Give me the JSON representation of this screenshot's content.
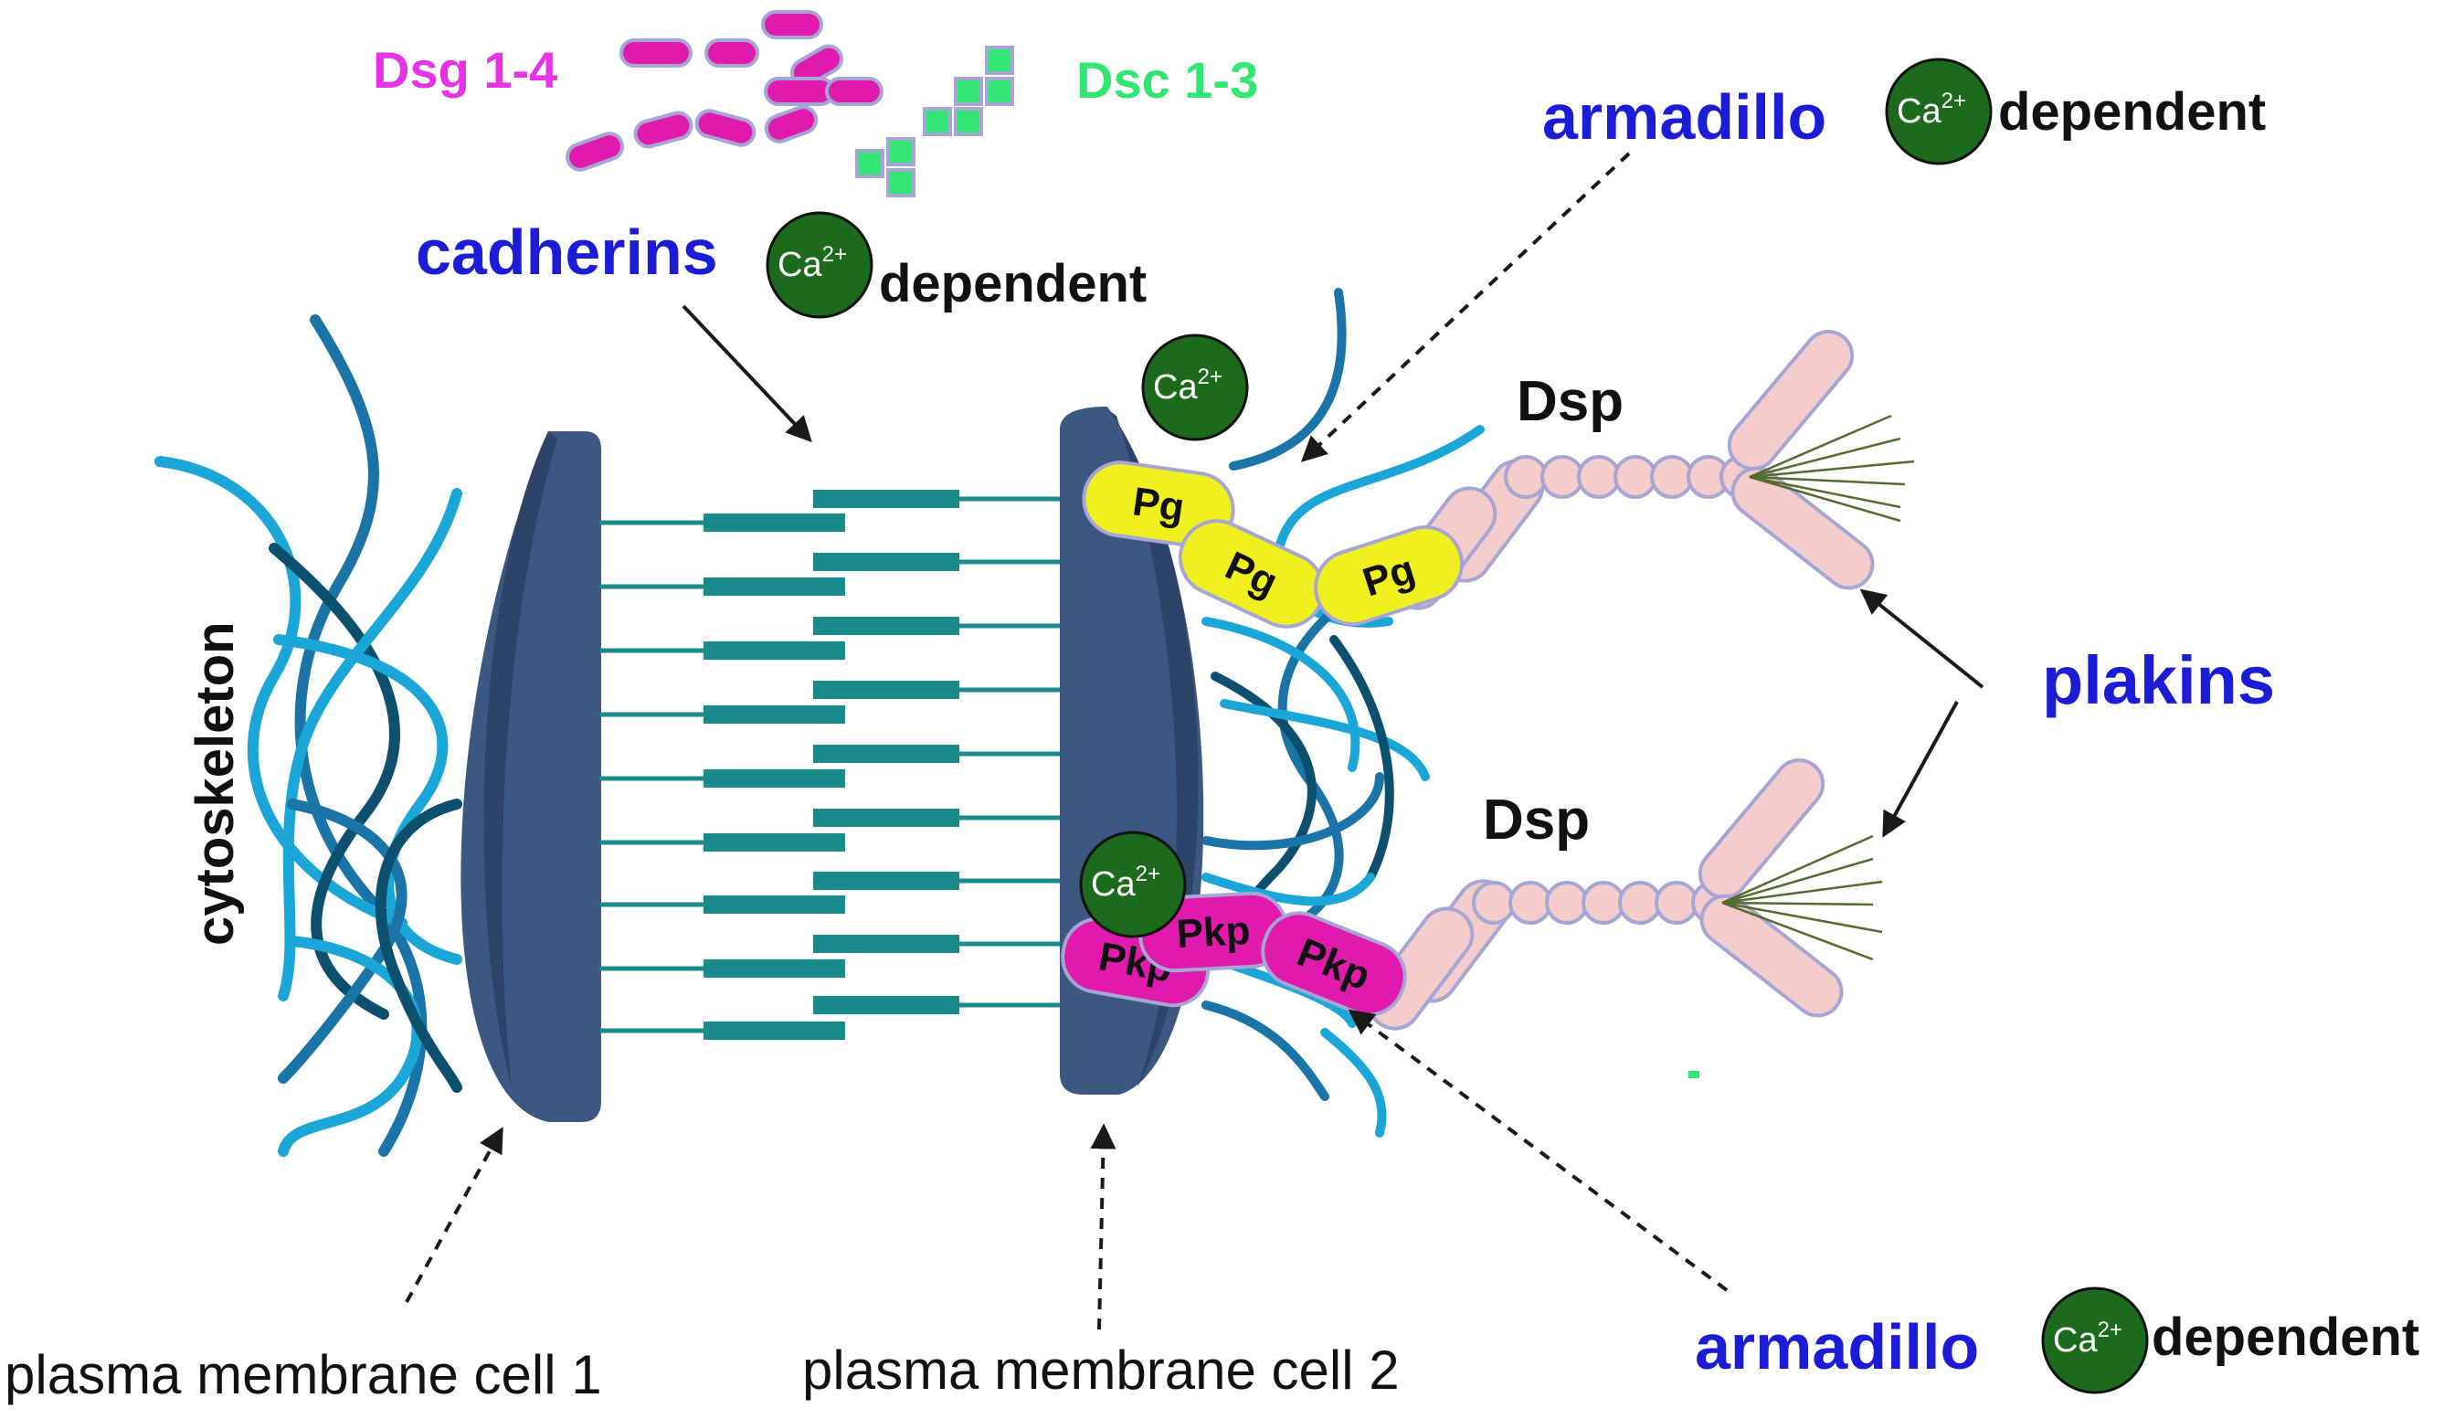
{
  "labels": {
    "dsg": "Dsg 1-4",
    "dsc": "Dsc 1-3",
    "cadherins": "cadherins",
    "armadillo_top": "armadillo",
    "armadillo_bottom": "armadillo",
    "dependent": "dependent",
    "plakins": "plakins",
    "dsp": "Dsp",
    "pg": "Pg",
    "pkp": "Pkp",
    "cytoskeleton": "cytoskeleton",
    "membrane_cell_1": "plasma membrane cell 1",
    "membrane_cell_2": "plasma membrane cell 2",
    "ca_base": "Ca",
    "ca_sup": "2+"
  },
  "colors": {
    "magenta_label": "#e633e6",
    "green_label": "#33e673",
    "blue_label": "#1c1cd6",
    "membrane": "#3c5782",
    "membrane_dark": "#2d4468",
    "cadherin": "#1b8a8a",
    "filament_dark": "#0d4f6e",
    "filament_mid": "#1b74a8",
    "filament_light": "#1aa6d6",
    "calcium": "#1c6b1c",
    "pg_fill": "#f0f020",
    "pkp_fill": "#e01aad",
    "plakin_fill": "#f5cccc",
    "plakin_stroke": "#a6a6d6"
  }
}
